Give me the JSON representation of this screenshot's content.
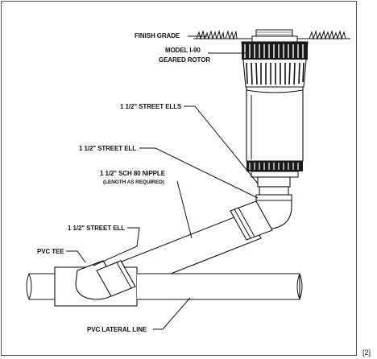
{
  "labels": {
    "finish_grade": "FINISH GRADE",
    "model_line1": "MODEL I-90",
    "model_line2": "GEARED ROTOR",
    "street_ells": "1 1/2\" STREET ELLS",
    "street_ell_upper": "1 1/2\" STREET ELL",
    "nipple_line1": "1 1/2\" SCH 80 NIPPLE",
    "nipple_line2": "(LENGTH AS REQUIRED)",
    "street_ell_lower": "1 1/2\" STREET ELL",
    "pvc_tee": "PVC TEE",
    "pvc_lateral": "PVC LATERAL LINE"
  },
  "reference": "[2]"
}
